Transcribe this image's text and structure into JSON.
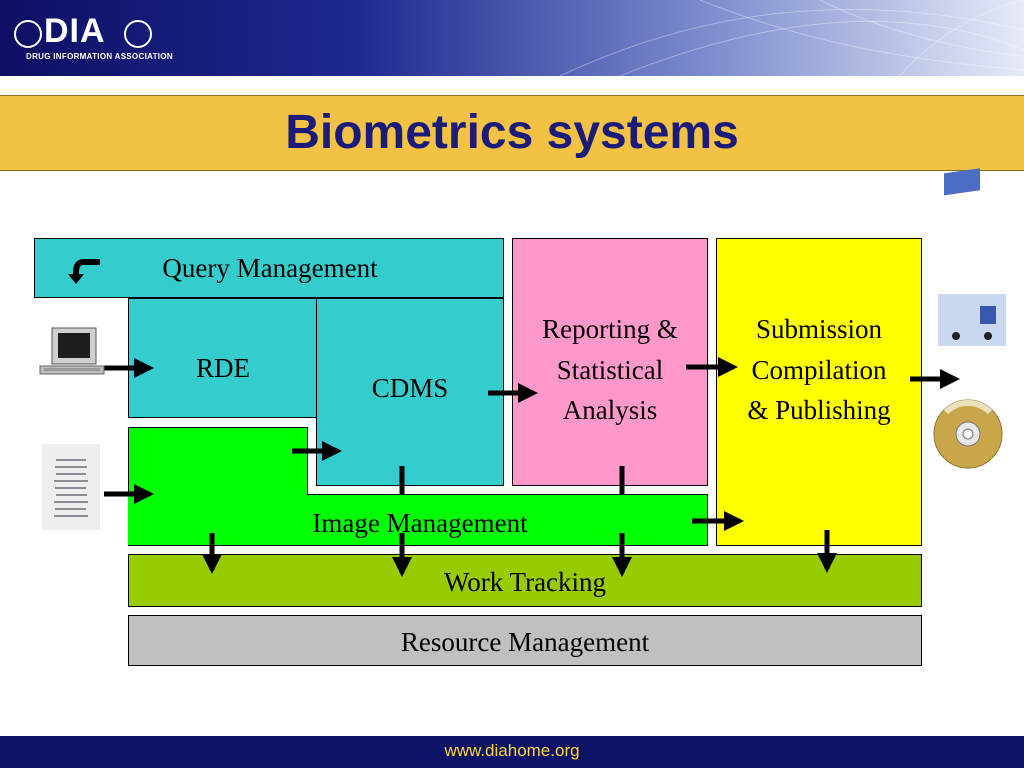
{
  "logo": {
    "wordmark": "DIA",
    "subtitle": "DRUG INFORMATION ASSOCIATION"
  },
  "title": "Biometrics systems",
  "blocks": {
    "query_management": "Query Management",
    "rde": "RDE",
    "cdms": "CDMS",
    "reporting_line1": "Reporting &",
    "reporting_line2": "Statistical",
    "reporting_line3": "Analysis",
    "submission_line1": "Submission",
    "submission_line2": "Compilation",
    "submission_line3": "& Publishing",
    "image_management": "Image Management",
    "work_tracking": "Work Tracking",
    "resource_management": "Resource Management"
  },
  "icons": [
    "computer-icon",
    "paper-stack-icon",
    "truck-icon",
    "cd-icon",
    "return-arrow-icon"
  ],
  "colors": {
    "header_dark": "#0d0f63",
    "title_band": "#f3c244",
    "title_text": "#1b1c7a",
    "teal": "#34cccc",
    "pink": "#ff99cc",
    "yellow": "#ffff00",
    "green": "#00ff00",
    "olive": "#99cc00",
    "gray": "#c0c0c0",
    "footer_text": "#ffd633"
  },
  "footer": {
    "url": "www.diahome.org"
  }
}
